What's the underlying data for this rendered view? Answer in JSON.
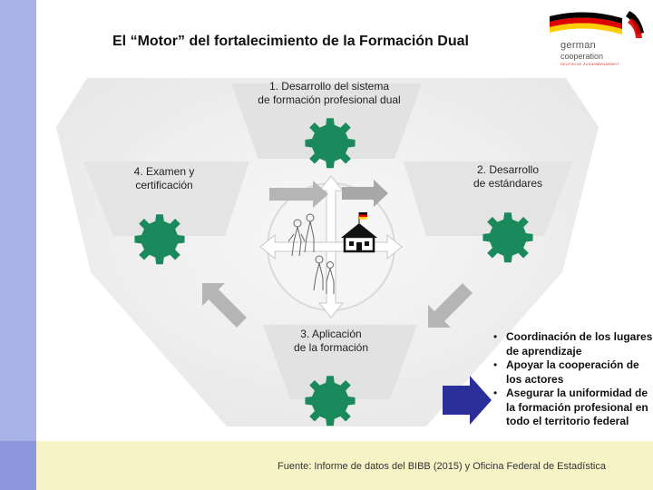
{
  "title": "El “Motor” del fortalecimiento de la Formación Dual",
  "logo": {
    "line1": "german",
    "line2": "cooperation",
    "line3": "DEUTSCHE ZUSAMMENARBEIT",
    "flag_colors": [
      "#000000",
      "#dd0000",
      "#ffce00"
    ]
  },
  "stages": [
    {
      "label": "1. Desarrollo del sistema\nde formación profesional dual"
    },
    {
      "label": "2. Desarrollo\nde estándares"
    },
    {
      "label": "3. Aplicación\nde la formación"
    },
    {
      "label": "4. Examen y\ncertificación"
    }
  ],
  "bullets": [
    "Coordinación de los lugares de aprendizaje",
    "Apoyar la cooperación de los actores",
    "Asegurar la uniformidad de la formación profesional en todo el territorio federal"
  ],
  "source": "Fuente: Informe de datos del BIBB (2015) y Oficina Federal de Estadística",
  "colors": {
    "gear": "#1a8a5c",
    "pointer_arrow": "#2b2f9a",
    "panel": "#e5e5e5",
    "side_bar": "#aab3e8",
    "footer": "#f6f4c6"
  },
  "icons": [
    "gear-icon",
    "school-house-icon",
    "people-sketch-icon",
    "arrow-right-icon",
    "arrow-down-left-icon",
    "arrow-up-left-icon"
  ]
}
